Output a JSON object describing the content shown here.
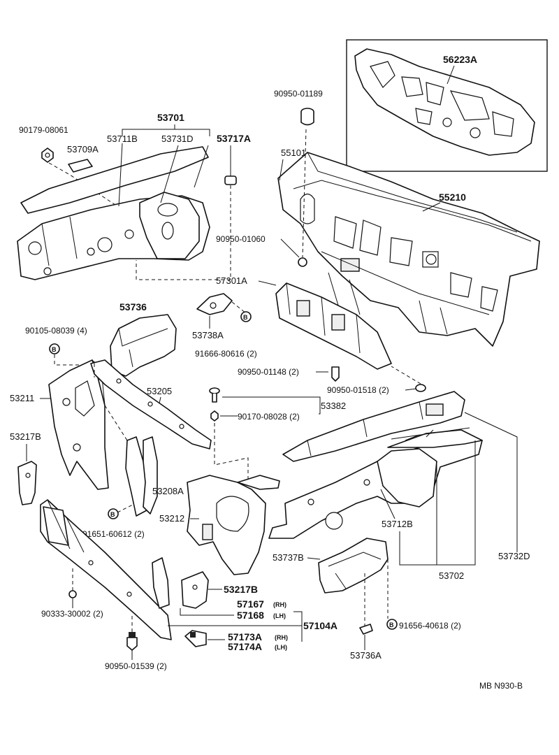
{
  "labels": {
    "p56223A": "56223A",
    "p90950_01189": "90950-01189",
    "p53701": "53701",
    "p90179_08061": "90179-08061",
    "p53711B": "53711B",
    "p53731D": "53731D",
    "p53717A": "53717A",
    "p53709A": "53709A",
    "p55101": "55101",
    "p55210": "55210",
    "p90950_01060": "90950-01060",
    "p57301A": "57301A",
    "p53736": "53736",
    "p53738A": "53738A",
    "p90105_08039": "90105-08039 (4)",
    "p91666_80616": "91666-80616 (2)",
    "p90950_01148": "90950-01148 (2)",
    "p90950_01518": "90950-01518 (2)",
    "p53211": "53211",
    "p53205": "53205",
    "p90170_08028": "90170-08028 (2)",
    "p53382": "53382",
    "p53217B_left": "53217B",
    "p53208A": "53208A",
    "p91651_60612": "91651-60612 (2)",
    "p53212": "53212",
    "p53712B": "53712B",
    "p53732D": "53732D",
    "p53737B": "53737B",
    "p53702": "53702",
    "p53217B_center": "53217B",
    "p57167": "57167",
    "p57168": "57168",
    "p57104A": "57104A",
    "p57173A": "57173A",
    "p57174A": "57174A",
    "rh1": "(RH)",
    "lh1": "(LH)",
    "rh2": "(RH)",
    "lh2": "(LH)",
    "p90333_30002": "90333-30002 (2)",
    "p90950_01539": "90950-01539 (2)",
    "p91656_40618": "91656-40618 (2)",
    "p53736A": "53736A",
    "b_marker": "B",
    "footer_code": "MB  N930-B"
  }
}
